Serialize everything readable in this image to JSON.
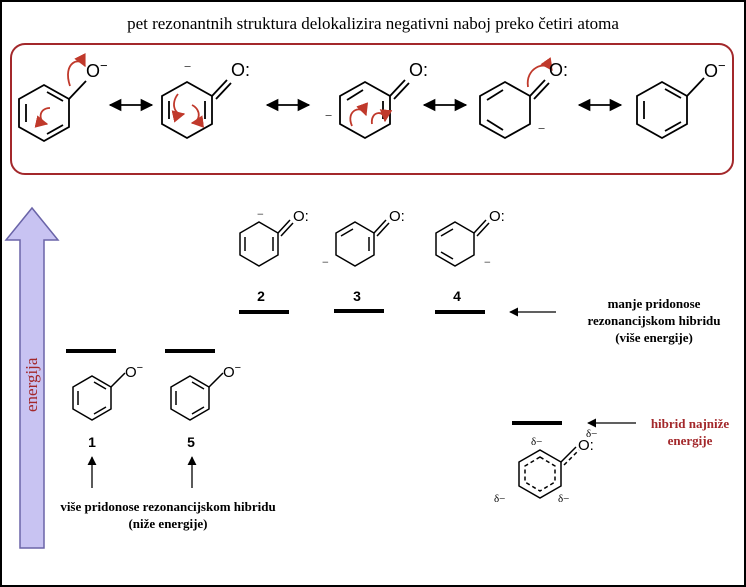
{
  "title": "pet rezonantnih struktura delokalizira negativni naboj preko četiri atoma",
  "energy_axis_label": "energija",
  "structure_numbers": [
    "1",
    "5",
    "2",
    "3",
    "4"
  ],
  "note_right_lines": [
    "manje pridonose",
    "rezonancijskom hibridu",
    "(više energije)"
  ],
  "note_bottom_lines": [
    "više pridonose rezonancijskom hibridu",
    "(niže energije)"
  ],
  "hybrid_note_lines": [
    "hibrid najniže",
    "energije"
  ],
  "atom_O": "O",
  "charge_minus": "−",
  "partial_charge": "δ−",
  "colors": {
    "frame": "#a3282b",
    "arrow_red": "#c0392b",
    "energy_arrow_fill": "#c8c3f2",
    "energy_arrow_stroke": "#6a64a8",
    "label_red": "#a3282b"
  }
}
